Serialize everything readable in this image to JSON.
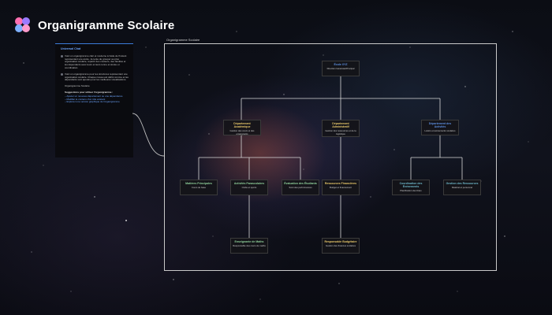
{
  "header": {
    "title": "Organigramme Scolaire"
  },
  "chat": {
    "title": "Universal Chat",
    "messages": [
      "Voici un organigramme clair et moderne à l'aide de l'instant représentant une école. Je tente de grouper au plus organisation scolaire, répartir des couleurs, des familles et les dépendants avec leurs et leurs tonne et stroke et coordination.",
      "Voici un organigramme pour les structures représentant une organisation scolaire. Chaque niveau est défini comme et les dépendants sont ajoutés pour les meilleures visualisations.",
      "Organigramme Scolaire"
    ],
    "suggestions_title": "Suggestions pour utiliser l'organigramme :",
    "suggestions": [
      "Ajouter un nouveau département ou une dépendance",
      "Modifier le contenu d'un rôle existant",
      "Explorer une version graphique de l'organigramme"
    ]
  },
  "diagram": {
    "label": "Organigramme Scolaire",
    "nodes": {
      "root": {
        "title": "École XYZ",
        "sub": "Direction Générale/Principal"
      },
      "academic": {
        "title": "Département Académique",
        "sub": "Gestion des cours et des enseignants"
      },
      "admin": {
        "title": "Département Administratif",
        "sub": "Gestion des ressources et de la logistique"
      },
      "activities": {
        "title": "Département des Activités",
        "sub": "Loisirs et événements scolaires"
      },
      "subjects": {
        "title": "Matières Principales",
        "sub": "Cours de base"
      },
      "extracurricular": {
        "title": "Activités Parascolaires",
        "sub": "Clubs et sports"
      },
      "evaluation": {
        "title": "Évaluation des Étudiants",
        "sub": "Suivi des performances"
      },
      "finance": {
        "title": "Ressources Financières",
        "sub": "Budget et financement"
      },
      "events": {
        "title": "Coordination des Événements",
        "sub": "Planification des fêtes"
      },
      "resources": {
        "title": "Gestion des Ressources",
        "sub": "Matériel et personnel"
      },
      "math_teacher": {
        "title": "Enseignante de Maths",
        "sub": "Responsable des cours de maths"
      },
      "budget_manager": {
        "title": "Responsable Budgétaire",
        "sub": "Gestion des finances scolaires"
      }
    }
  },
  "colors": {
    "root": "#5d8fe0",
    "academic": "#e8c86a",
    "admin": "#e8c86a",
    "activities": "#5d8fe0",
    "green": "#8fcf9a",
    "teal": "#6db6c8",
    "frame": "#c9c9c9",
    "chat_accent": "#3b7bd8"
  }
}
